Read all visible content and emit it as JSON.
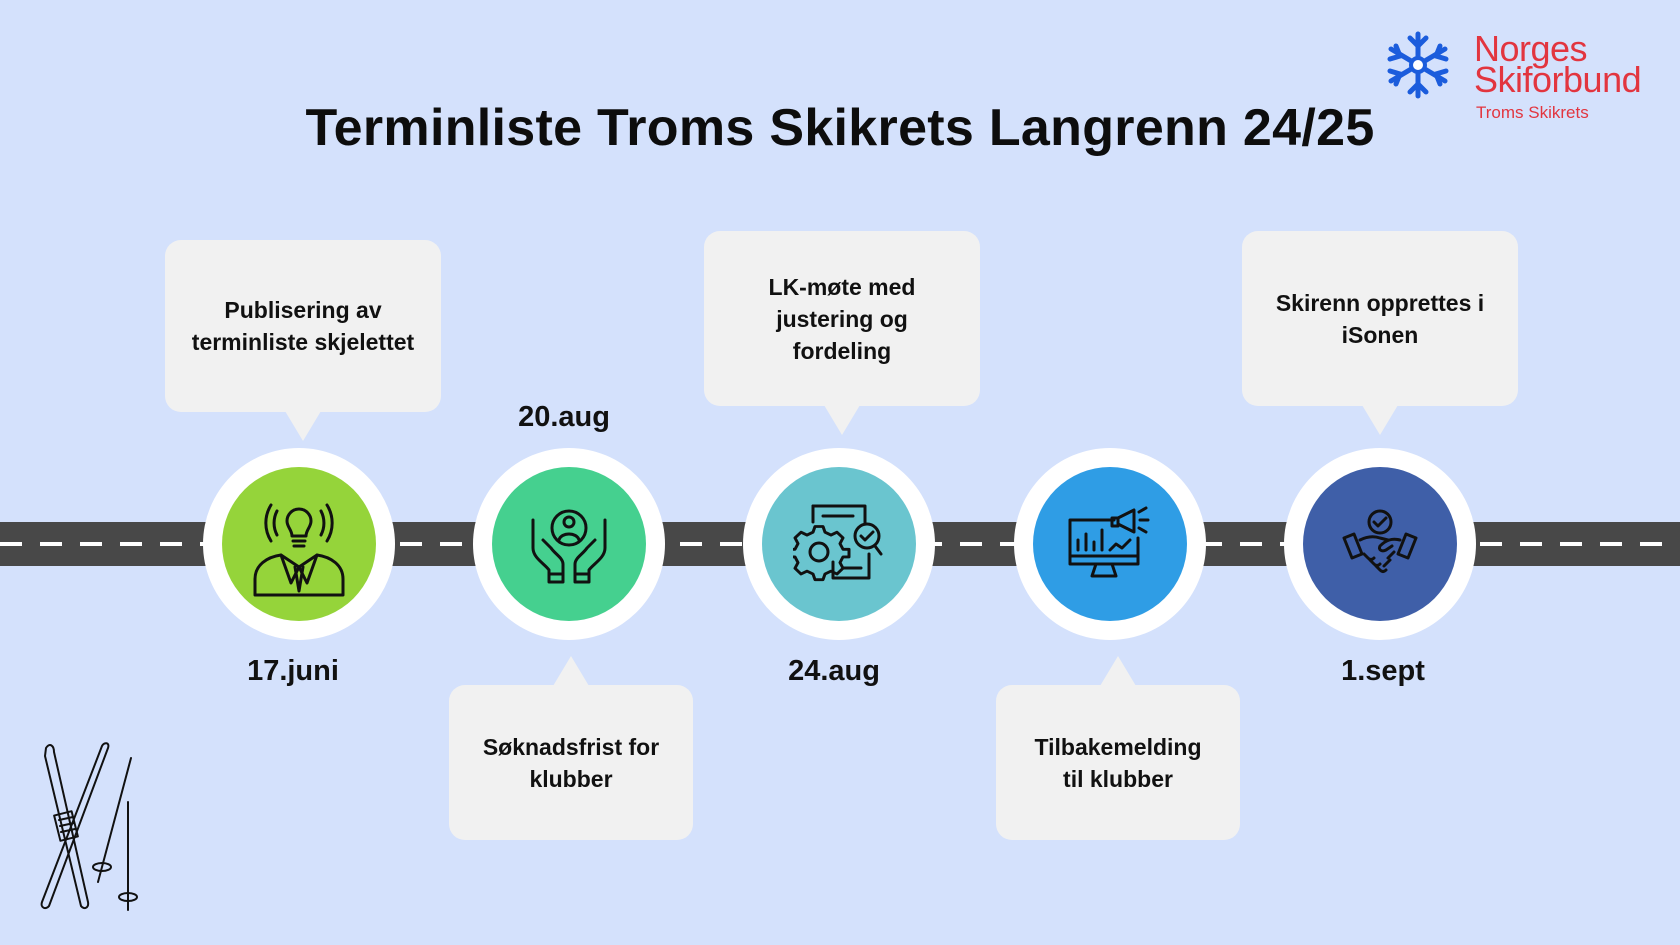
{
  "title": "Terminliste Troms Skikrets Langrenn 24/25",
  "logo": {
    "line1": "Norges",
    "line2": "Skiforbund",
    "subtitle": "Troms Skikrets",
    "icon": "snowflake-icon",
    "color": "#e2353f",
    "icon_color": "#1b5cdc"
  },
  "milestones": [
    {
      "date": "17.juni",
      "text": "Publisering av terminliste skjelettet",
      "icon": "idea-person-icon",
      "color": "#95d43a"
    },
    {
      "date": "20.aug",
      "text": "Søknadsfrist for klubber",
      "icon": "hands-person-icon",
      "color": "#45d08f"
    },
    {
      "date": "24.aug",
      "text": "LK-møte med justering og fordeling",
      "icon": "gear-document-check-icon",
      "color": "#6ac5cf"
    },
    {
      "date": "",
      "text": "Tilbakemelding til klubber",
      "icon": "monitor-megaphone-icon",
      "color": "#2f9de5"
    },
    {
      "date": "1.sept",
      "text": "Skirenn opprettes i iSonen",
      "icon": "handshake-check-icon",
      "color": "#3f5fa8"
    }
  ],
  "decoration": {
    "icon": "skis-and-poles-icon"
  }
}
